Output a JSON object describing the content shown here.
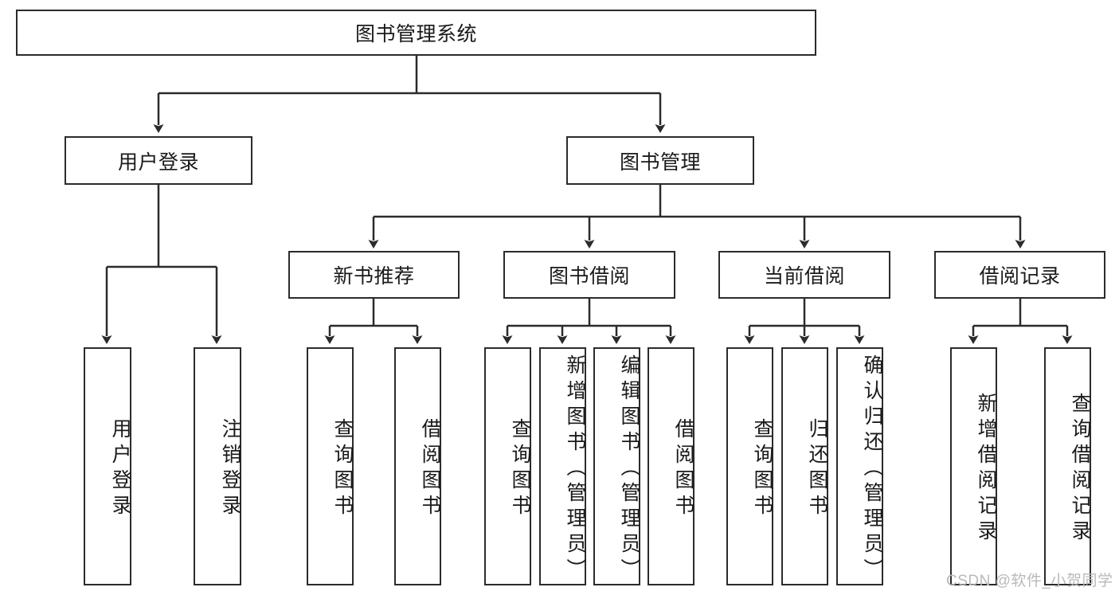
{
  "diagram": {
    "type": "tree-hierarchy",
    "title": "图书管理系统",
    "root": {
      "label": "图书管理系统"
    },
    "level2": [
      {
        "label": "用户登录"
      },
      {
        "label": "图书管理"
      }
    ],
    "level3": [
      {
        "label": "新书推荐"
      },
      {
        "label": "图书借阅"
      },
      {
        "label": "当前借阅"
      },
      {
        "label": "借阅记录"
      }
    ],
    "leaves": {
      "user_login": [
        {
          "label": "用户登录"
        },
        {
          "label": "注销登录"
        }
      ],
      "new_book_recommend": [
        {
          "label": "查询图书"
        },
        {
          "label": "借阅图书"
        }
      ],
      "book_borrow": [
        {
          "label": "查询图书"
        },
        {
          "label": "新增图书（管理员）"
        },
        {
          "label": "编辑图书（管理员）"
        },
        {
          "label": "借阅图书"
        }
      ],
      "current_borrow": [
        {
          "label": "查询图书"
        },
        {
          "label": "归还图书"
        },
        {
          "label": "确认归还（管理员）"
        }
      ],
      "borrow_record": [
        {
          "label": "新增借阅记录"
        },
        {
          "label": "查询借阅记录"
        }
      ]
    }
  },
  "watermark": {
    "text": "CSDN @软件_小贺同学"
  },
  "colors": {
    "stroke": "#2b2b2b",
    "box_fill": "#ffffff",
    "text": "#1a1a1a",
    "watermark": "#b9b9b9"
  }
}
